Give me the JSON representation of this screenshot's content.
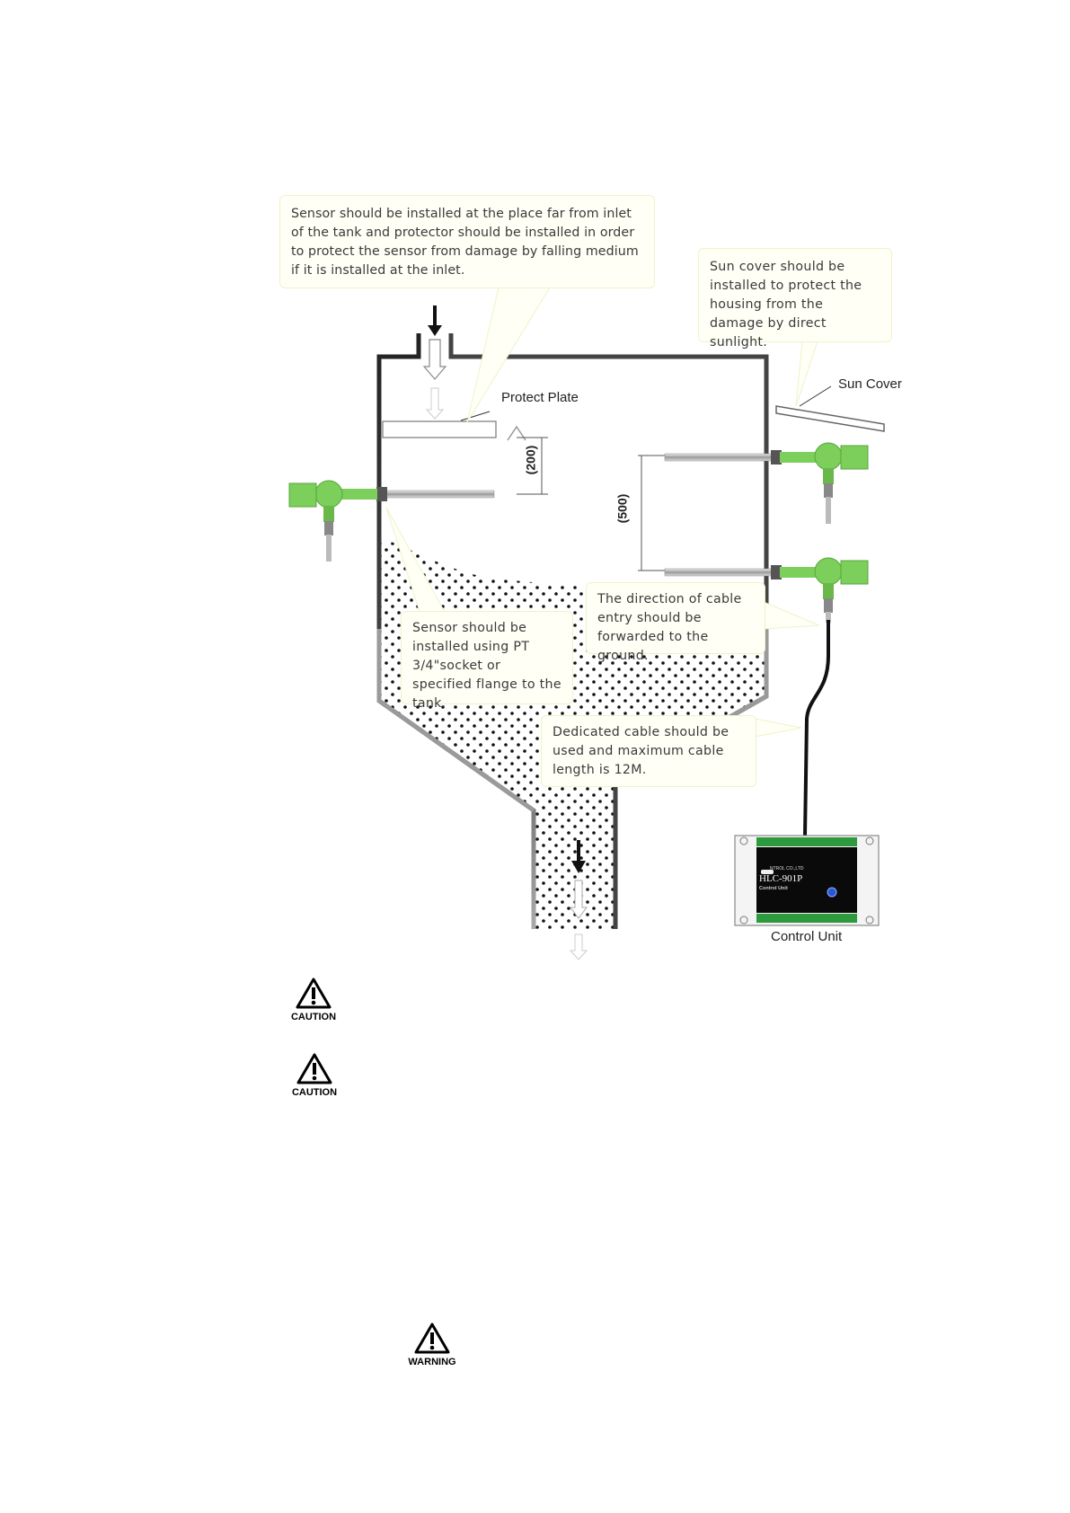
{
  "callouts": {
    "inlet": "Sensor should be installed at the place far from inlet of the tank and protector should be installed in order to protect the sensor from damage by falling medium if it is installed at the inlet.",
    "sun_cover": "Sun cover should be installed to protect the housing from the damage by direct sunlight.",
    "cable_direction": "The direction of cable entry should be forwarded to the ground.",
    "socket": "Sensor should be installed using PT 3/4\"socket or specified flange to the tank.",
    "cable": "Dedicated cable should be used and maximum cable length is 12M."
  },
  "labels": {
    "protect_plate": "Protect Plate",
    "sun_cover": "Sun Cover",
    "control_unit": "Control Unit",
    "dim_200": "(200)",
    "dim_500": "(500)"
  },
  "control_unit": {
    "model": "HLC-901P",
    "subtitle": "Control Unit",
    "brand": "NTROL CO.,LTD"
  },
  "signs": {
    "caution_1": "CAUTION",
    "caution_2": "CAUTION",
    "warning": "WARNING"
  },
  "colors": {
    "sensor_green": "#7ccf5a",
    "tank_outline": "#2b2b2b",
    "callout_bg": "#fffff6",
    "control_unit_face": "#0a0a0a"
  }
}
